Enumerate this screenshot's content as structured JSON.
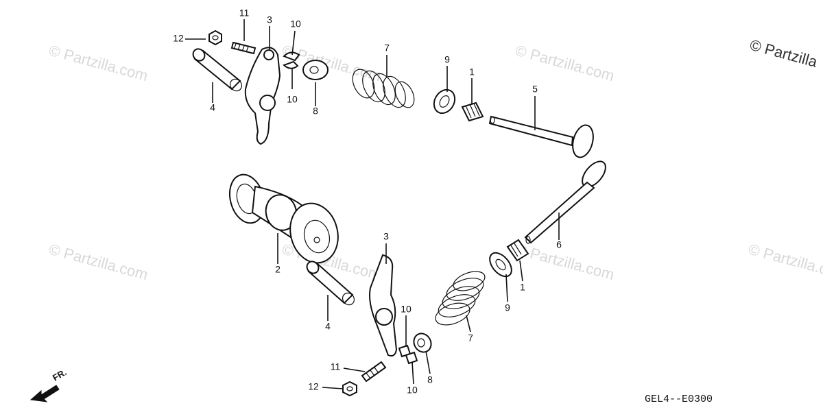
{
  "watermark": {
    "text": "© Partzilla.com",
    "corner_text": "© Partzilla"
  },
  "diagram_code": "GEL4--E0300",
  "direction_label": "FR.",
  "callouts": [
    {
      "id": "c11a",
      "text": "11"
    },
    {
      "id": "c12a",
      "text": "12"
    },
    {
      "id": "c3a",
      "text": "3"
    },
    {
      "id": "c10a",
      "text": "10"
    },
    {
      "id": "c10b",
      "text": "10"
    },
    {
      "id": "c4a",
      "text": "4"
    },
    {
      "id": "c8a",
      "text": "8"
    },
    {
      "id": "c7a",
      "text": "7"
    },
    {
      "id": "c9a",
      "text": "9"
    },
    {
      "id": "c1a",
      "text": "1"
    },
    {
      "id": "c5",
      "text": "5"
    },
    {
      "id": "c2",
      "text": "2"
    },
    {
      "id": "c6",
      "text": "6"
    },
    {
      "id": "c3b",
      "text": "3"
    },
    {
      "id": "c4b",
      "text": "4"
    },
    {
      "id": "c10c",
      "text": "10"
    },
    {
      "id": "c10d",
      "text": "10"
    },
    {
      "id": "c11b",
      "text": "11"
    },
    {
      "id": "c12b",
      "text": "12"
    },
    {
      "id": "c8b",
      "text": "8"
    },
    {
      "id": "c7b",
      "text": "7"
    },
    {
      "id": "c9b",
      "text": "9"
    },
    {
      "id": "c1b",
      "text": "1"
    }
  ]
}
